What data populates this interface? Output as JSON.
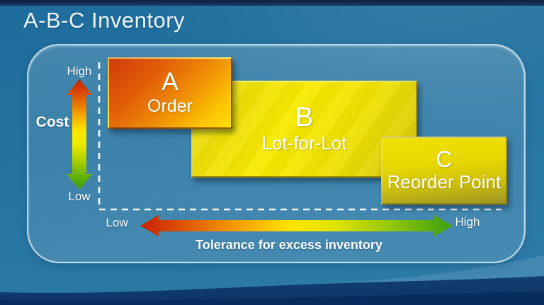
{
  "title": "A-B-C Inventory",
  "diagram": {
    "boxes": [
      {
        "letter": "A",
        "label": "Order"
      },
      {
        "letter": "B",
        "label": "Lot-for-Lot"
      },
      {
        "letter": "C",
        "label": "Reorder Point"
      }
    ],
    "cost_axis": {
      "title": "Cost",
      "top": "High",
      "bottom": "Low"
    },
    "tolerance_axis": {
      "title": "Tolerance for excess inventory",
      "left": "Low",
      "right": "High"
    }
  },
  "colors": {
    "background_blue": "#2977a5",
    "top_bar_navy": "#142a50",
    "bottom_band_navy": "#0d3a6e",
    "panel_border": "#daeef8",
    "text": "#ffffff",
    "box_a_gradient": [
      "#ce3907",
      "#ffdf00"
    ],
    "box_b_gradient": [
      "#e4d40e",
      "#f7ea00",
      "#d2c40c"
    ],
    "box_c_gradient": [
      "#f1e102",
      "#97901f"
    ],
    "arrow_gradient": [
      "#c92000",
      "#dd5500",
      "#f29a00",
      "#ffe400",
      "#b5d300",
      "#6cb607",
      "#3c9e10"
    ]
  }
}
